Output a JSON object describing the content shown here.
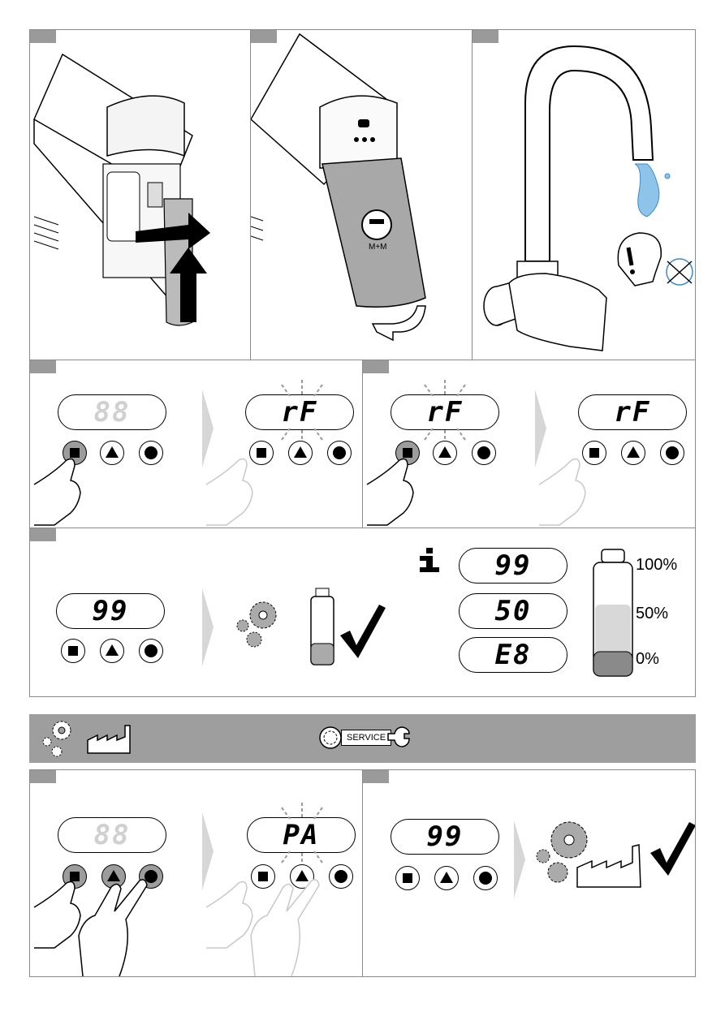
{
  "panels": {
    "p4a": {
      "display": "88"
    },
    "p4b": {
      "display": "rF"
    },
    "p5a": {
      "display": "rF"
    },
    "p5b": {
      "display": "rF"
    },
    "p6": {
      "display": "99"
    },
    "p7a": {
      "display": "88"
    },
    "p7b": {
      "display": "PA"
    },
    "p8": {
      "display": "99"
    }
  },
  "info": {
    "displays": [
      "99",
      "50",
      "E8"
    ],
    "levels": [
      "100%",
      "50%",
      "0%"
    ]
  },
  "banner": {
    "service_label": "SERVICE"
  },
  "cartridge": {
    "label": "M+M"
  }
}
